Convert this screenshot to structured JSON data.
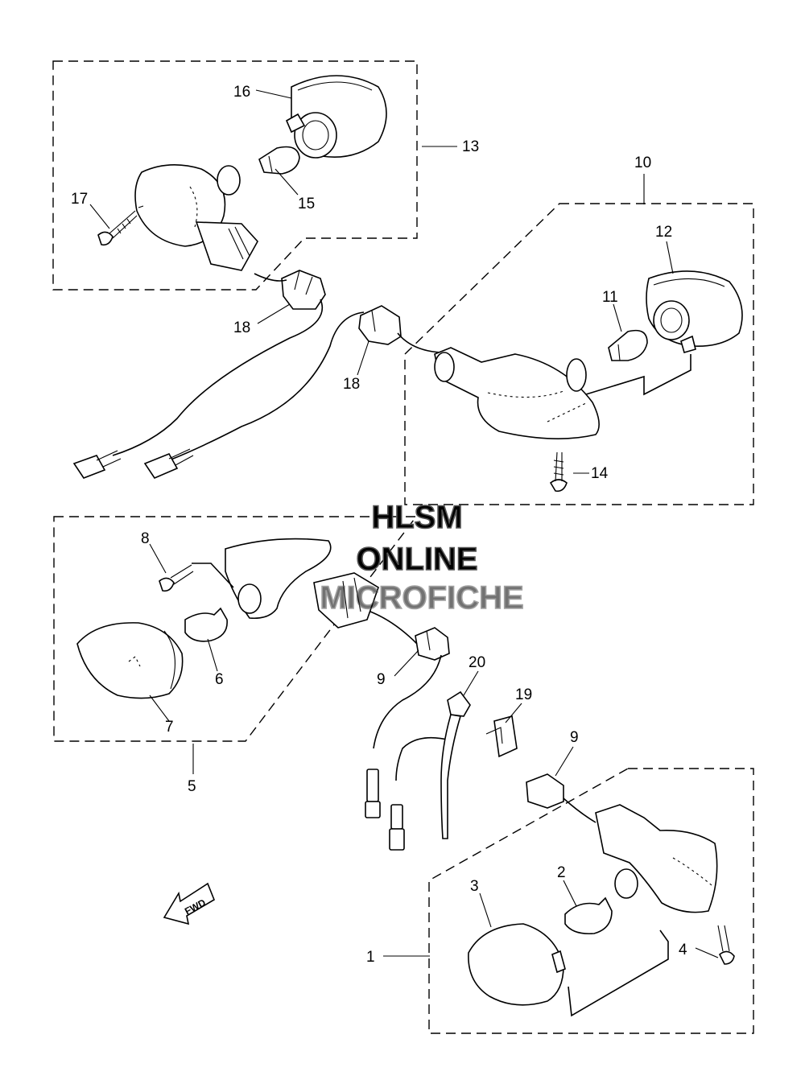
{
  "watermark": {
    "line1": "HLSM",
    "line2": "ONLINE",
    "line3": "MICROFICHE"
  },
  "fwd_label": "FWD",
  "callouts": [
    "1",
    "2",
    "3",
    "4",
    "5",
    "6",
    "7",
    "8",
    "9",
    "9",
    "10",
    "11",
    "12",
    "13",
    "14",
    "15",
    "16",
    "17",
    "18",
    "18",
    "20",
    "19"
  ]
}
